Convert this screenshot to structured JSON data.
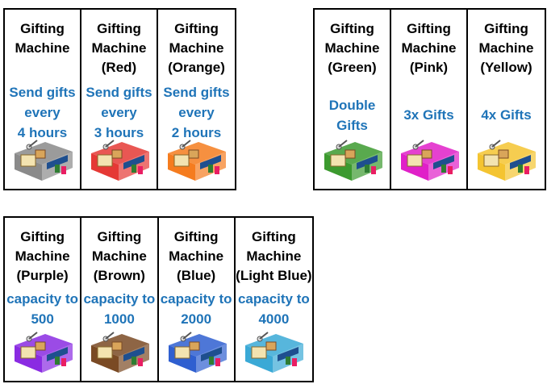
{
  "groups": [
    {
      "cells": [
        {
          "name": "Gifting\nMachine",
          "desc": "Send gifts\nevery\n4 hours",
          "color": "#8a8a8a"
        },
        {
          "name": "Gifting\nMachine\n(Red)",
          "desc": "Send gifts\nevery\n3 hours",
          "color": "#e53935"
        },
        {
          "name": "Gifting\nMachine\n(Orange)",
          "desc": "Send gifts\nevery\n2 hours",
          "color": "#f57c1f"
        }
      ]
    },
    {
      "cells": [
        {
          "name": "Gifting\nMachine\n(Green)",
          "desc": "Double\nGifts",
          "color": "#3c9a2f"
        },
        {
          "name": "Gifting\nMachine\n(Pink)",
          "desc": "3x Gifts",
          "color": "#e020c8"
        },
        {
          "name": "Gifting\nMachine\n(Yellow)",
          "desc": "4x Gifts",
          "color": "#f4c431"
        }
      ]
    },
    {
      "cells": [
        {
          "name": "Gifting\nMachine\n(Purple)",
          "desc": "capacity to\n500",
          "color": "#8a2be2"
        },
        {
          "name": "Gifting\nMachine\n(Brown)",
          "desc": "capacity to\n1000",
          "color": "#7a4a24"
        },
        {
          "name": "Gifting\nMachine\n(Blue)",
          "desc": "capacity to\n2000",
          "color": "#2f5fd0"
        },
        {
          "name": "Gifting\nMachine\n(Light Blue)",
          "desc": "capacity to\n4000",
          "color": "#3aa9d6"
        }
      ]
    }
  ]
}
